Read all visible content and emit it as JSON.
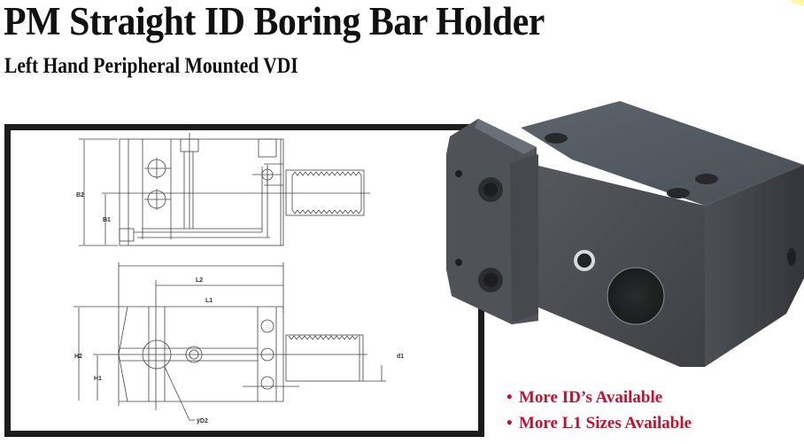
{
  "header": {
    "title": "PM Straight ID Boring Bar Holder",
    "subtitle": "Left Hand Peripheral Mounted VDI"
  },
  "drawing": {
    "top_view_labels": {
      "b2": "B2",
      "b1": "B1"
    },
    "side_view_labels": {
      "l2": "L2",
      "l1": "L1",
      "h2": "H2",
      "h1": "H1",
      "d1": "d1",
      "d2": "ÿD2"
    }
  },
  "product_image": {
    "alt": "PM straight ID boring bar holder, dark gray steel block with mounting flange and bore"
  },
  "features": [
    {
      "bullet": "•",
      "text": "More ID’s Available"
    },
    {
      "bullet": "•",
      "text": "More L1 Sizes Available"
    }
  ],
  "colors": {
    "title": "#111111",
    "feature_text": "#c8102e",
    "frame": "#1c1c1c",
    "product_body": "#4a4d52"
  }
}
